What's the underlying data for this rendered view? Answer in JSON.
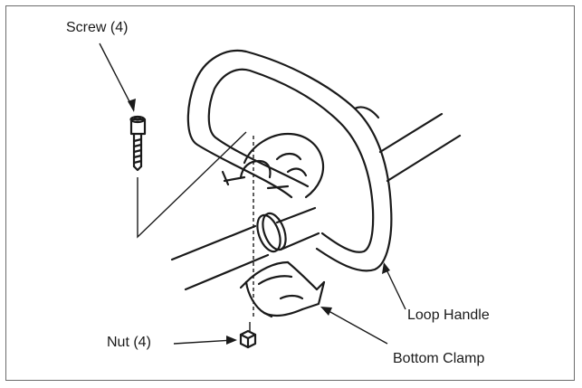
{
  "labels": {
    "screw": "Screw (4)",
    "nut": "Nut (4)",
    "loop_handle": "Loop Handle",
    "bottom_clamp": "Bottom Clamp"
  }
}
